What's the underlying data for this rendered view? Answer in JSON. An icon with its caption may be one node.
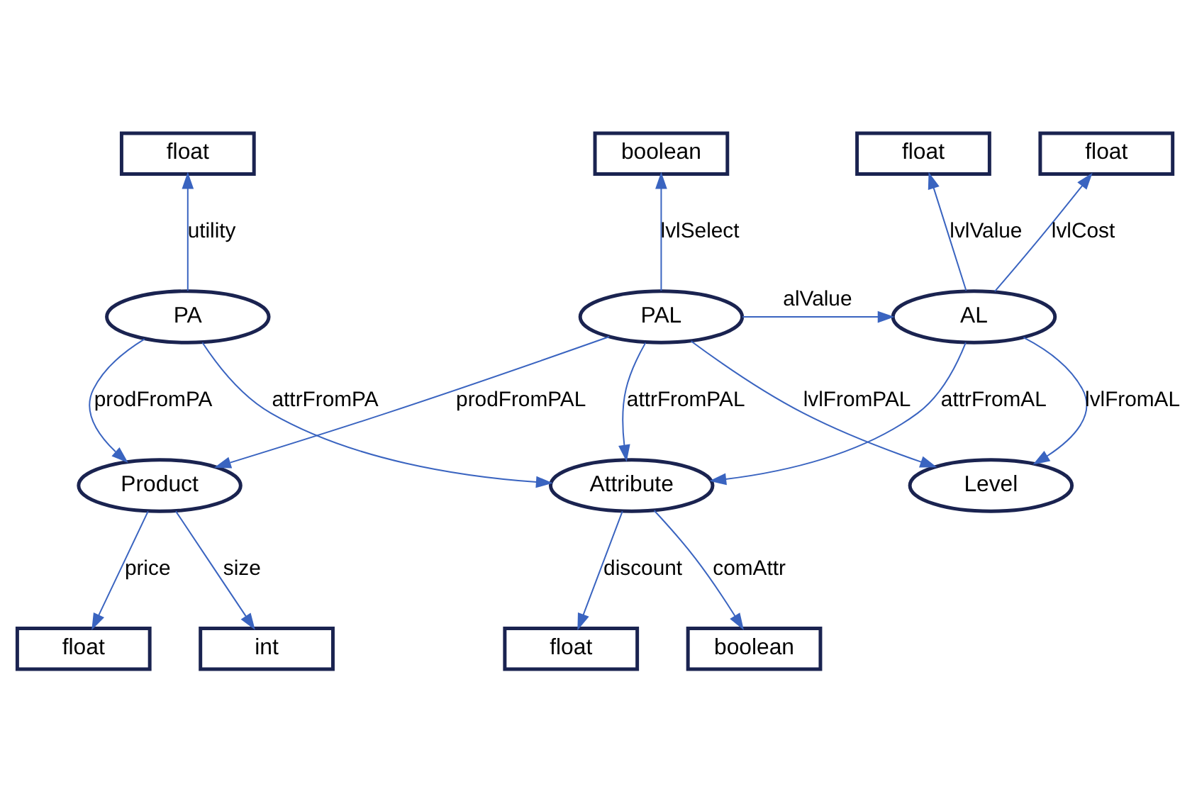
{
  "diagram": {
    "nodes": [
      {
        "text": [
          "float"
        ]
      },
      {
        "text": [
          "boolean"
        ]
      },
      {
        "text": [
          "float"
        ]
      },
      {
        "text": [
          "float"
        ]
      },
      {
        "text": [
          "PA"
        ]
      },
      {
        "text": [
          "PAL"
        ]
      },
      {
        "text": [
          "AL"
        ]
      },
      {
        "text": [
          "Product"
        ]
      },
      {
        "text": [
          "Attribute"
        ]
      },
      {
        "text": [
          "Level"
        ]
      },
      {
        "text": [
          "float"
        ]
      },
      {
        "text": [
          "int"
        ]
      },
      {
        "text": [
          "float"
        ]
      },
      {
        "text": [
          "boolean"
        ]
      }
    ],
    "edges": [
      {
        "from": 4,
        "to": 0,
        "arrow": "to",
        "label": "utility"
      },
      {
        "from": 5,
        "to": 1,
        "arrow": "to",
        "label": "lvlSelect"
      },
      {
        "from": 6,
        "to": 2,
        "arrow": "to",
        "label": "lvlValue"
      },
      {
        "from": 6,
        "to": 3,
        "arrow": "to",
        "label": "lvlCost"
      },
      {
        "from": 5,
        "to": 6,
        "arrow": "to",
        "label": "alValue"
      },
      {
        "from": 4,
        "to": 7,
        "arrow": "to",
        "label": "prodFromPA"
      },
      {
        "from": 4,
        "to": 8,
        "arrow": "to",
        "label": "attrFromPA"
      },
      {
        "from": 5,
        "to": 7,
        "arrow": "to",
        "label": "prodFromPAL"
      },
      {
        "from": 5,
        "to": 8,
        "arrow": "to",
        "label": "attrFromPAL"
      },
      {
        "from": 5,
        "to": 9,
        "arrow": "to",
        "label": "lvlFromPAL"
      },
      {
        "from": 6,
        "to": 8,
        "arrow": "to",
        "label": "attrFromAL"
      },
      {
        "from": 6,
        "to": 9,
        "arrow": "to",
        "label": "lvlFromAL"
      },
      {
        "from": 7,
        "to": 10,
        "arrow": "to",
        "label": "price"
      },
      {
        "from": 7,
        "to": 11,
        "arrow": "to",
        "label": "size"
      },
      {
        "from": 8,
        "to": 12,
        "arrow": "to",
        "label": "discount"
      },
      {
        "from": 8,
        "to": 13,
        "arrow": "to",
        "label": "comAttr"
      }
    ]
  }
}
